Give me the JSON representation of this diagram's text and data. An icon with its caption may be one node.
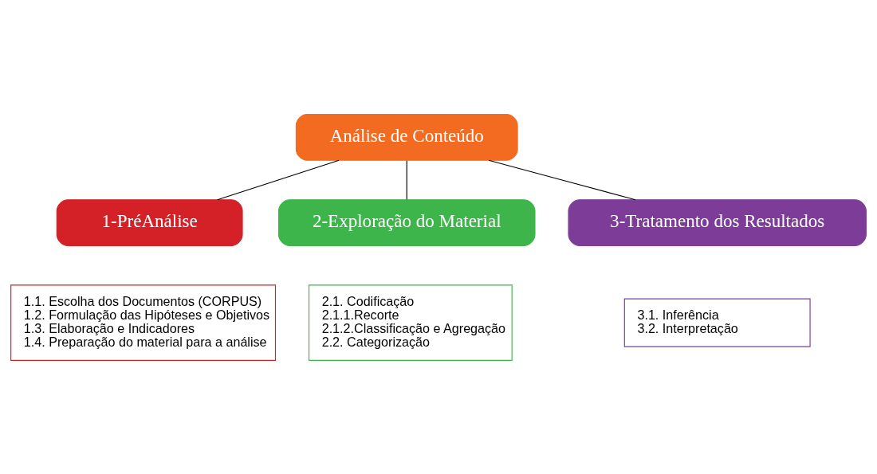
{
  "diagram": {
    "nodes": [
      {
        "text": [
          "Análise de Conteúdo"
        ]
      },
      {
        "text": [
          "1-PréAnálise"
        ]
      },
      {
        "text": [
          "2-Exploração do Material"
        ]
      },
      {
        "text": [
          "3-Tratamento dos Resultados"
        ]
      },
      {
        "text": [
          "1.1. Escolha dos Documentos (CORPUS)",
          "1.2. Formulação das Hipóteses e Objetivos",
          "1.3. Elaboração e Indicadores",
          "1.4. Preparação do material para a análise"
        ]
      },
      {
        "text": [
          "2.1. Codificação",
          "2.1.1.Recorte",
          "2.1.2.Classificação e Agregação",
          "2.2. Categorização"
        ]
      },
      {
        "text": [
          "3.1. Inferência",
          "3.2. Interpretação"
        ]
      }
    ],
    "edges": [
      {
        "from": 0,
        "to": 1,
        "arrow": "none"
      },
      {
        "from": 0,
        "to": 2,
        "arrow": "none"
      },
      {
        "from": 0,
        "to": 3,
        "arrow": "none"
      }
    ]
  }
}
